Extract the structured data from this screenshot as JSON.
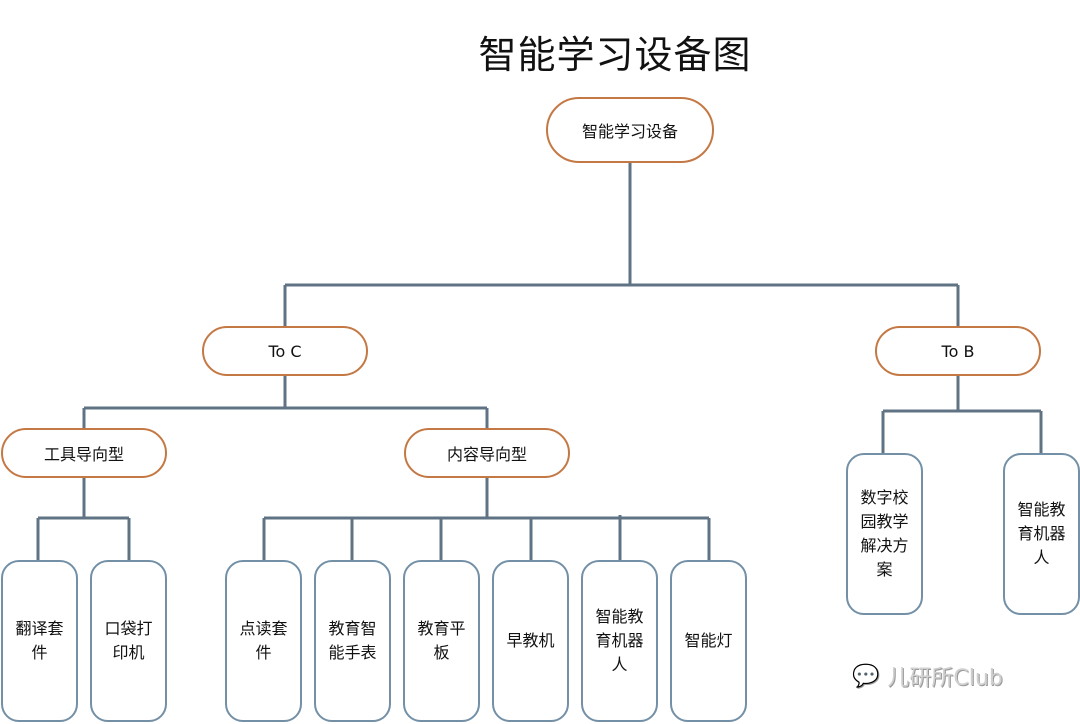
{
  "title": "智能学习设备图",
  "root": {
    "label": "智能学习设备"
  },
  "branches": {
    "to_c": {
      "label": "To C",
      "groups": {
        "tool": {
          "label": "工具导向型",
          "items": [
            "翻译套件",
            "口袋打印机"
          ]
        },
        "content": {
          "label": "内容导向型",
          "items": [
            "点读套件",
            "教育智能手表",
            "教育平板",
            "早教机",
            "智能教育机器人",
            "智能灯"
          ]
        }
      }
    },
    "to_b": {
      "label": "To B",
      "items": [
        "数字校园教学解决方案",
        "智能教育机器人"
      ]
    }
  },
  "colors": {
    "pill_border": "#c47844",
    "leaf_border": "#7390a6",
    "connector": "#5f7384"
  },
  "watermark": {
    "icon": "wechat-icon",
    "text": "儿研所Club"
  }
}
